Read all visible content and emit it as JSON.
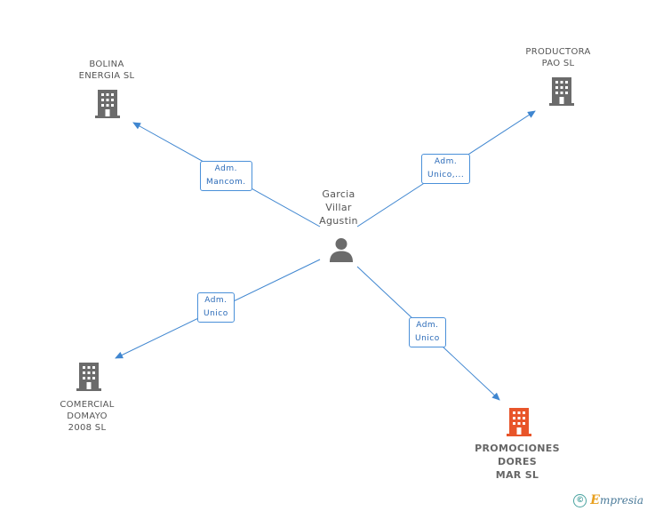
{
  "person": {
    "label_lines": [
      "Garcia",
      "Villar",
      "Agustin"
    ],
    "icon": "person-icon"
  },
  "companies": [
    {
      "id": "bolina",
      "label_lines": [
        "BOLINA",
        "ENERGIA SL"
      ],
      "icon": "building-icon",
      "highlight": false
    },
    {
      "id": "productora",
      "label_lines": [
        "PRODUCTORA",
        "PAO SL"
      ],
      "icon": "building-icon",
      "highlight": false
    },
    {
      "id": "comercial",
      "label_lines": [
        "COMERCIAL",
        "DOMAYO",
        "2008 SL"
      ],
      "icon": "building-icon",
      "highlight": false
    },
    {
      "id": "promociones",
      "label_lines": [
        "PROMOCIONES",
        "DORES",
        "MAR SL"
      ],
      "icon": "building-icon",
      "highlight": true
    }
  ],
  "relations": [
    {
      "to": "bolina",
      "label_lines": [
        "Adm.",
        "Mancom."
      ]
    },
    {
      "to": "productora",
      "label_lines": [
        "Adm.",
        "Unico,..."
      ]
    },
    {
      "to": "comercial",
      "label_lines": [
        "Adm.",
        "Unico"
      ]
    },
    {
      "to": "promociones",
      "label_lines": [
        "Adm.",
        "Unico"
      ]
    }
  ],
  "colors": {
    "edge": "#3f86d0",
    "building": "#6b6b6b",
    "building_highlight": "#e8552a",
    "person": "#6b6b6b"
  },
  "footer": {
    "copyright_symbol": "©",
    "brand_first": "E",
    "brand_rest": "mpresia"
  }
}
